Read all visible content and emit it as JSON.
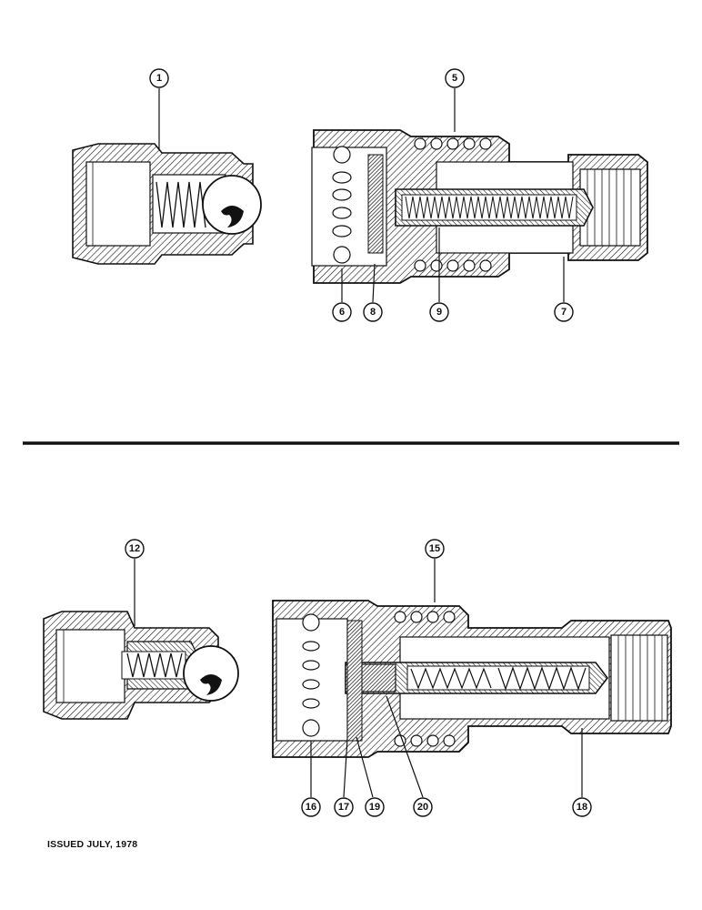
{
  "diagram": {
    "top": {
      "callouts": [
        "1",
        "5",
        "6",
        "8",
        "9",
        "7"
      ]
    },
    "bottom": {
      "callouts": [
        "12",
        "15",
        "16",
        "17",
        "19",
        "20",
        "18"
      ]
    }
  },
  "footer": {
    "issued": "ISSUED JULY, 1978"
  },
  "colors": {
    "ink": "#111111",
    "paper": "#ffffff"
  }
}
